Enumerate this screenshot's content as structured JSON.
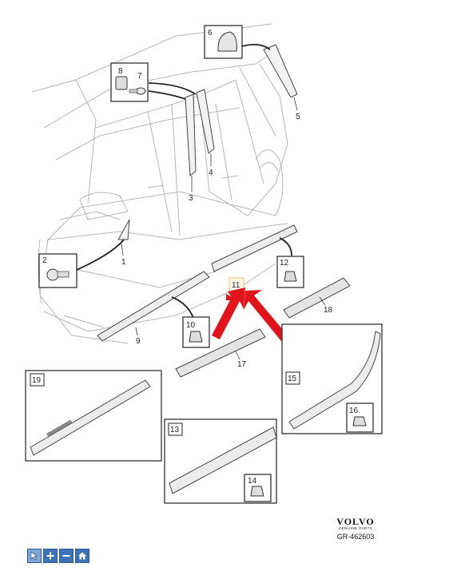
{
  "diagram": {
    "parts": {
      "p1": "1",
      "p2": "2",
      "p3": "3",
      "p4": "4",
      "p5": "5",
      "p6": "6",
      "p7": "7",
      "p8": "8",
      "p9": "9",
      "p10": "10",
      "p11": "11",
      "p12": "12",
      "p13": "13",
      "p14": "14",
      "p15": "15",
      "p16": "16",
      "p17": "17",
      "p18": "18",
      "p19": "19"
    },
    "brand": "VOLVO",
    "brand_sub": "GENUINE PARTS",
    "reference": "GR-462603",
    "colors": {
      "arrow": "#e0141a",
      "line": "#555555",
      "highlight": "#f2c46b",
      "toolbar": "#3d72b8"
    }
  },
  "toolbar": {
    "buttons": [
      {
        "icon": "cursor-icon"
      },
      {
        "icon": "zoom-in-icon"
      },
      {
        "icon": "zoom-out-icon"
      },
      {
        "icon": "home-icon"
      }
    ]
  }
}
